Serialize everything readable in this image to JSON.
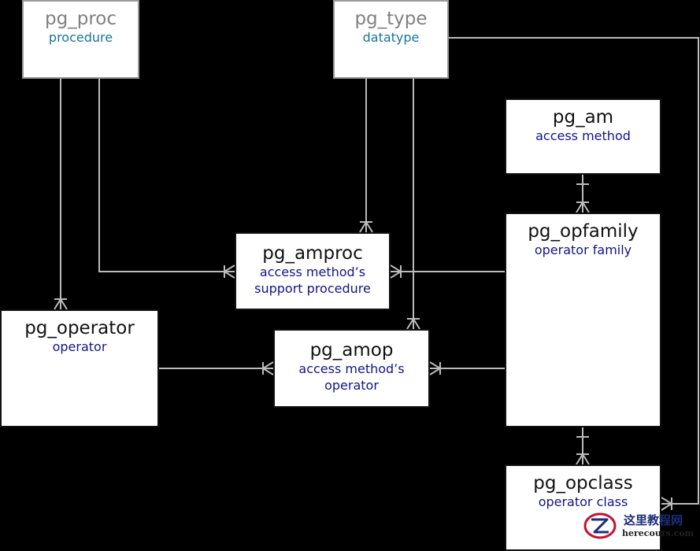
{
  "colors": {
    "background": "#000000",
    "entity_fill": "#ffffff",
    "main_name": "#111111",
    "main_desc": "#13138a",
    "muted_name": "#808080",
    "muted_desc": "#17759b",
    "connector": "#bbbbbb"
  },
  "entities": {
    "pg_proc": {
      "name": "pg_proc",
      "desc": "procedure"
    },
    "pg_type": {
      "name": "pg_type",
      "desc": "datatype"
    },
    "pg_am": {
      "name": "pg_am",
      "desc": "access method"
    },
    "pg_amproc": {
      "name": "pg_amproc",
      "desc_line1": "access method’s",
      "desc_line2": "support procedure"
    },
    "pg_opfamily": {
      "name": "pg_opfamily",
      "desc": "operator family"
    },
    "pg_operator": {
      "name": "pg_operator",
      "desc": "operator"
    },
    "pg_amop": {
      "name": "pg_amop",
      "desc_line1": "access method’s",
      "desc_line2": "operator"
    },
    "pg_opclass": {
      "name": "pg_opclass",
      "desc": "operator class"
    }
  },
  "relationships": [
    {
      "from": "pg_proc",
      "to": "pg_operator",
      "many_end": "pg_operator"
    },
    {
      "from": "pg_proc",
      "to": "pg_amproc",
      "many_end": "pg_amproc"
    },
    {
      "from": "pg_type",
      "to": "pg_amproc",
      "many_end": "pg_amproc"
    },
    {
      "from": "pg_type",
      "to": "pg_amop",
      "many_end": "pg_amop"
    },
    {
      "from": "pg_type",
      "to": "pg_opclass",
      "many_end": "pg_opclass"
    },
    {
      "from": "pg_am",
      "to": "pg_opfamily",
      "many_end": "pg_opfamily"
    },
    {
      "from": "pg_opfamily",
      "to": "pg_amproc",
      "many_end": "pg_amproc"
    },
    {
      "from": "pg_opfamily",
      "to": "pg_amop",
      "many_end": "pg_amop"
    },
    {
      "from": "pg_operator",
      "to": "pg_amop",
      "many_end": "pg_amop"
    },
    {
      "from": "pg_opfamily",
      "to": "pg_opclass",
      "many_end": "pg_opclass"
    }
  ],
  "watermark": {
    "title": "这里教程网",
    "subtitle": "herecours.com"
  }
}
